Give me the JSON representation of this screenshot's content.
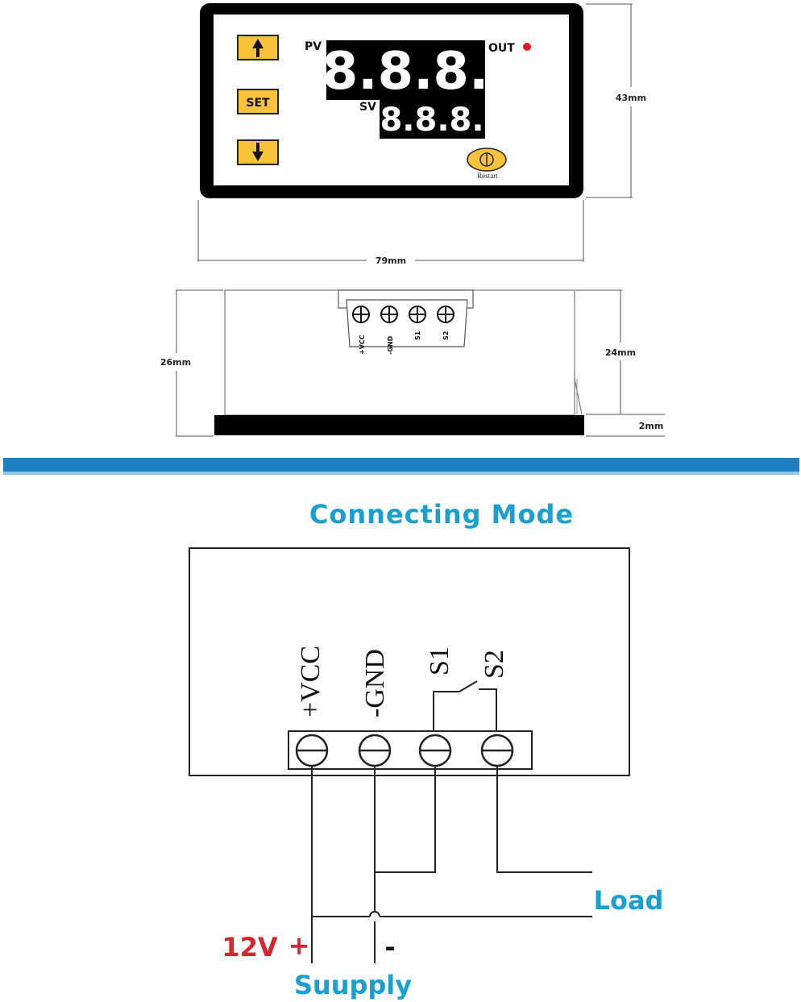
{
  "front_view": {
    "pv_label": "PV",
    "out_label": "OUT",
    "sv_label": "SV",
    "pv_display": "8.8.8.",
    "sv_display": "8.8.8.",
    "set_label": "SET",
    "restart_label": "Restart",
    "height_dim": "43mm",
    "width_dim": "79mm"
  },
  "side_view": {
    "total_depth_dim": "26mm",
    "body_depth_dim": "24mm",
    "bezel_dim": "2mm",
    "terminal_labels": [
      "+VCC",
      "-GND",
      "S1",
      "S2"
    ]
  },
  "wiring": {
    "title": "Connecting Mode",
    "terminal_labels": [
      "+VCC",
      "-GND",
      "S1",
      "S2"
    ],
    "voltage_label": "12V",
    "plus_label": "+",
    "minus_label": "-",
    "supply_label": "Suupply",
    "load_label": "Load"
  },
  "colors": {
    "button_yellow": "#f8c23a",
    "divider_blue": "#1d7ec0",
    "title_blue": "#1aa0d0",
    "voltage_red": "#d7262b",
    "out_led": "#e8141e"
  }
}
